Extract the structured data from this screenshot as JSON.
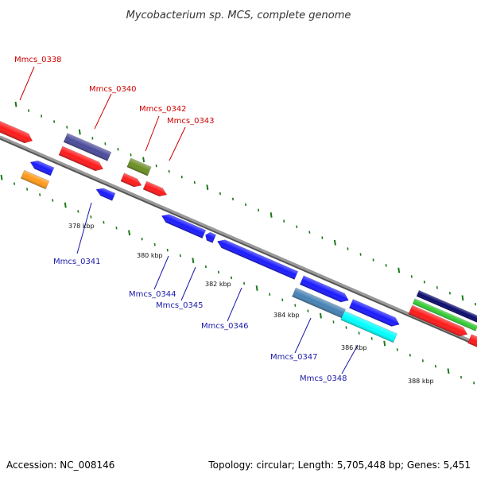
{
  "title": "Mycobacterium sp. MCS, complete genome",
  "footer": {
    "accession": "Accession: NC_008146",
    "summary": "Topology: circular; Length: 5,705,448 bp; Genes: 5,451"
  },
  "colors": {
    "backbone": "#888888",
    "tick": "#1a7a1a",
    "label_top": "#cc0000",
    "label_bottom": "#1a1aa8"
  },
  "top_labels": [
    "Mmcs_0338",
    "Mmcs_0340",
    "Mmcs_0342",
    "Mmcs_0343"
  ],
  "bottom_labels": [
    "Mmcs_0341",
    "Mmcs_0344",
    "Mmcs_0345",
    "Mmcs_0346",
    "Mmcs_0347",
    "Mmcs_0348"
  ],
  "kbp_labels": [
    "378 kbp",
    "380 kbp",
    "382 kbp",
    "384 kbp",
    "386 kbp",
    "388 kbp"
  ]
}
